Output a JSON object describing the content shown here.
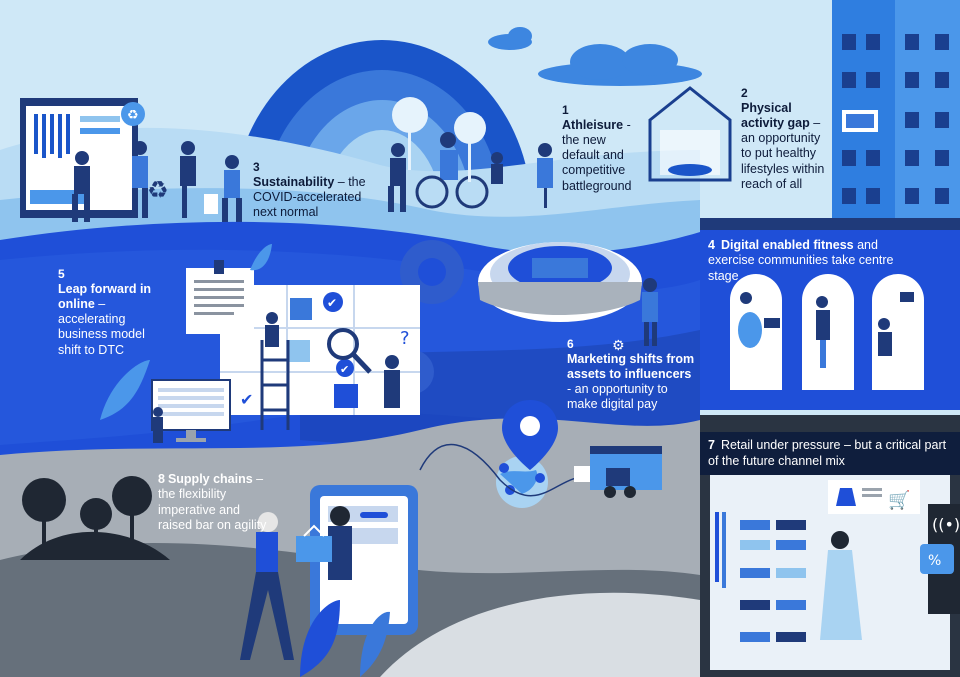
{
  "colors": {
    "sky": "#cfe8f7",
    "primary_blue": "#1f4fd8",
    "mid_blue": "#4a8fe6",
    "light_blue": "#a9d3f2",
    "navy": "#0f1e3d",
    "grey": "#9aa3ad",
    "dark_grey": "#5f6770"
  },
  "icons": [
    "recycle-icon",
    "checkmark-icon",
    "question-icon",
    "magnifier-icon",
    "gear-icon",
    "location-pin-icon",
    "wifi-icon",
    "shopping-cart-icon",
    "percent-icon",
    "globe-icon"
  ],
  "items": [
    {
      "num": "1",
      "title": "Athleisure",
      "dash": " - ",
      "text": "the new default and competitive battleground"
    },
    {
      "num": "2",
      "title": "Physical activity gap",
      "dash": " – ",
      "text": "an opportunity to put healthy lifestyles within reach of all"
    },
    {
      "num": "3",
      "title": "Sustainability",
      "dash": " – ",
      "text": "the COVID-accelerated next normal"
    },
    {
      "num": "4",
      "title": "Digital enabled fitness",
      "dash": " ",
      "text": "and exercise communities take centre stage"
    },
    {
      "num": "5",
      "title": "Leap forward in online",
      "dash": " – ",
      "text": "accelerating business model shift to DTC"
    },
    {
      "num": "6",
      "title": "Marketing shifts from assets to influencers",
      "dash": " ",
      "text": "- an opportunity to make digital pay"
    },
    {
      "num": "7",
      "title": "Retail under pressure",
      "dash": " – ",
      "text": "but a critical part of the future channel mix"
    },
    {
      "num": "8",
      "title": "Supply chains",
      "dash": " – ",
      "text": "the flexibility imperative and raised bar on agility"
    }
  ]
}
